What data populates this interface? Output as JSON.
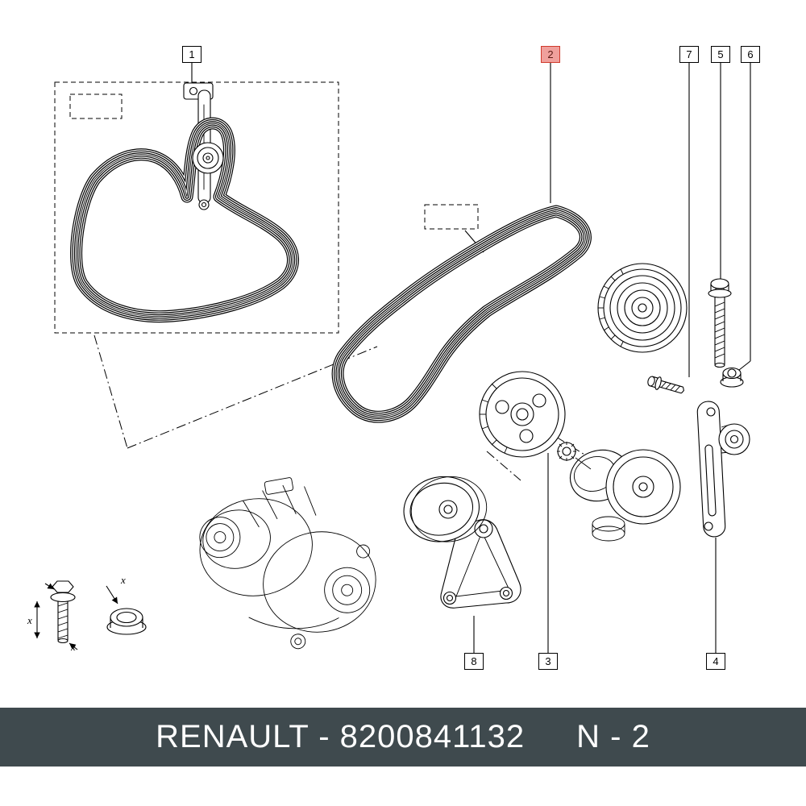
{
  "callouts": [
    {
      "id": "1",
      "highlighted": false
    },
    {
      "id": "2",
      "highlighted": true
    },
    {
      "id": "7",
      "highlighted": false
    },
    {
      "id": "5",
      "highlighted": false
    },
    {
      "id": "6",
      "highlighted": false
    },
    {
      "id": "8",
      "highlighted": false
    },
    {
      "id": "3",
      "highlighted": false
    },
    {
      "id": "4",
      "highlighted": false
    }
  ],
  "legend_marks": {
    "bolt_x_side": "x",
    "bolt_x_tip": "x",
    "nut_x": "x"
  },
  "footer": {
    "brand_and_part": "RENAULT - 8200841132",
    "page_ref": "N - 2"
  },
  "colors": {
    "highlight_fill": "#f0a09c",
    "highlight_border": "#d03a2c",
    "highlight_text": "#5c1a14",
    "footer_bg": "#3f4a4e",
    "line": "#000000"
  }
}
